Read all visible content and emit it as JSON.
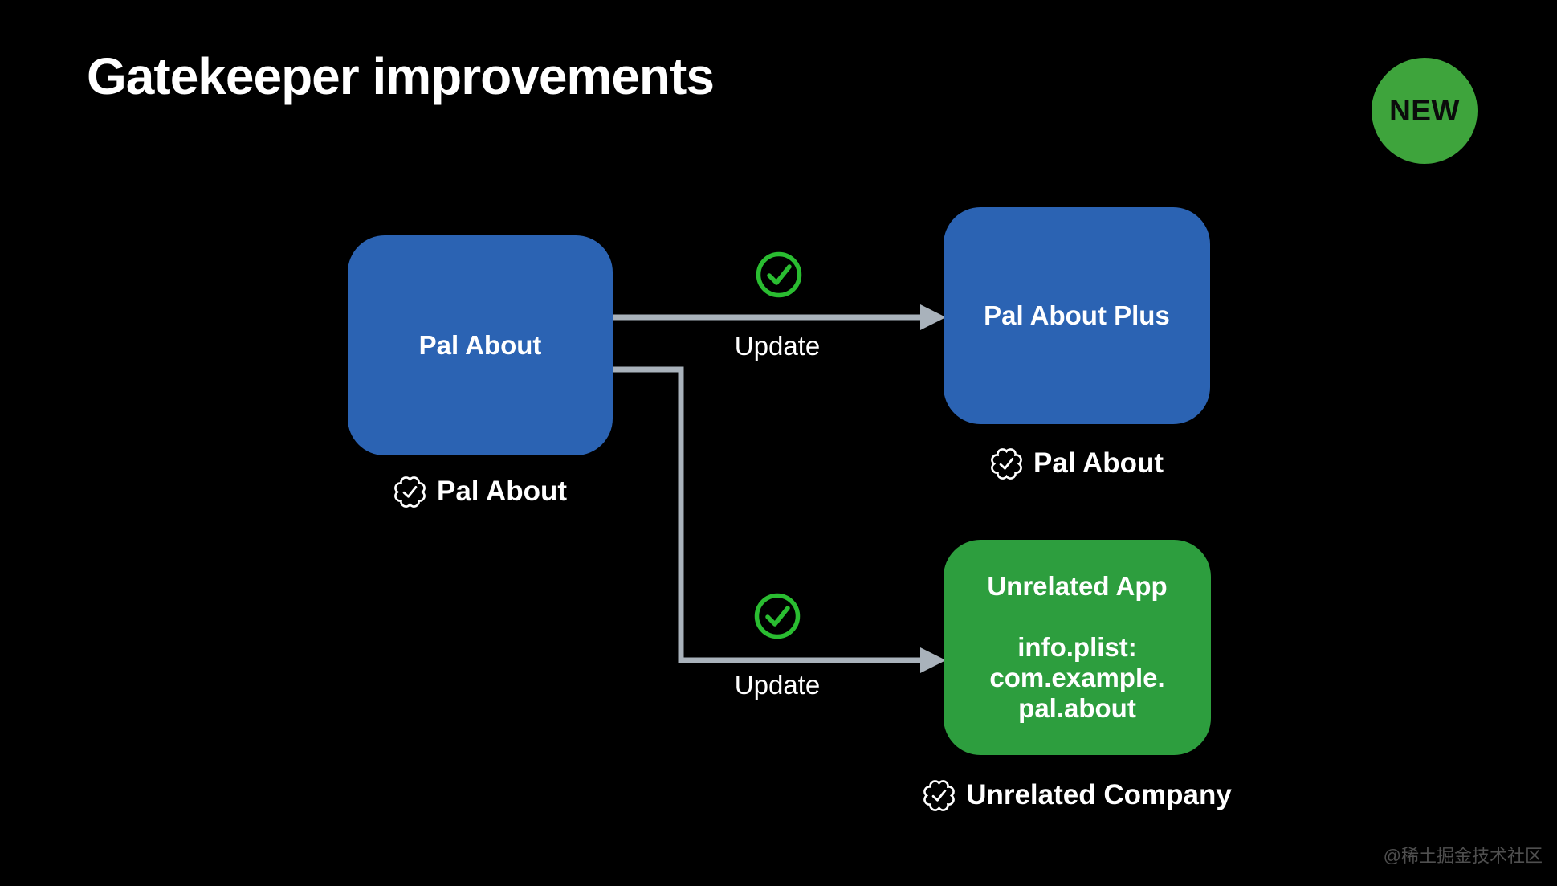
{
  "slide": {
    "title": "Gatekeeper improvements",
    "badge": "NEW",
    "watermark": "@稀土掘金技术社区"
  },
  "nodes": {
    "source": {
      "title": "Pal About",
      "signature": "Pal About"
    },
    "plus": {
      "title": "Pal About Plus",
      "signature": "Pal About"
    },
    "unrelated": {
      "title": "Unrelated App",
      "plist_line1": "info.plist:",
      "plist_line2": "com.example.",
      "plist_line3": "pal.about",
      "signature": "Unrelated Company"
    }
  },
  "arrows": {
    "top": {
      "label": "Update"
    },
    "bottom": {
      "label": "Update"
    }
  },
  "colors": {
    "app_blue": "#2B63B3",
    "app_green": "#2D9E3E",
    "badge_green": "#3EA43C",
    "check_green": "#2ABD31",
    "arrow_gray": "#A9B2BB",
    "text_white": "#F5F5F7",
    "watermark_gray": "#4F4F4F"
  }
}
